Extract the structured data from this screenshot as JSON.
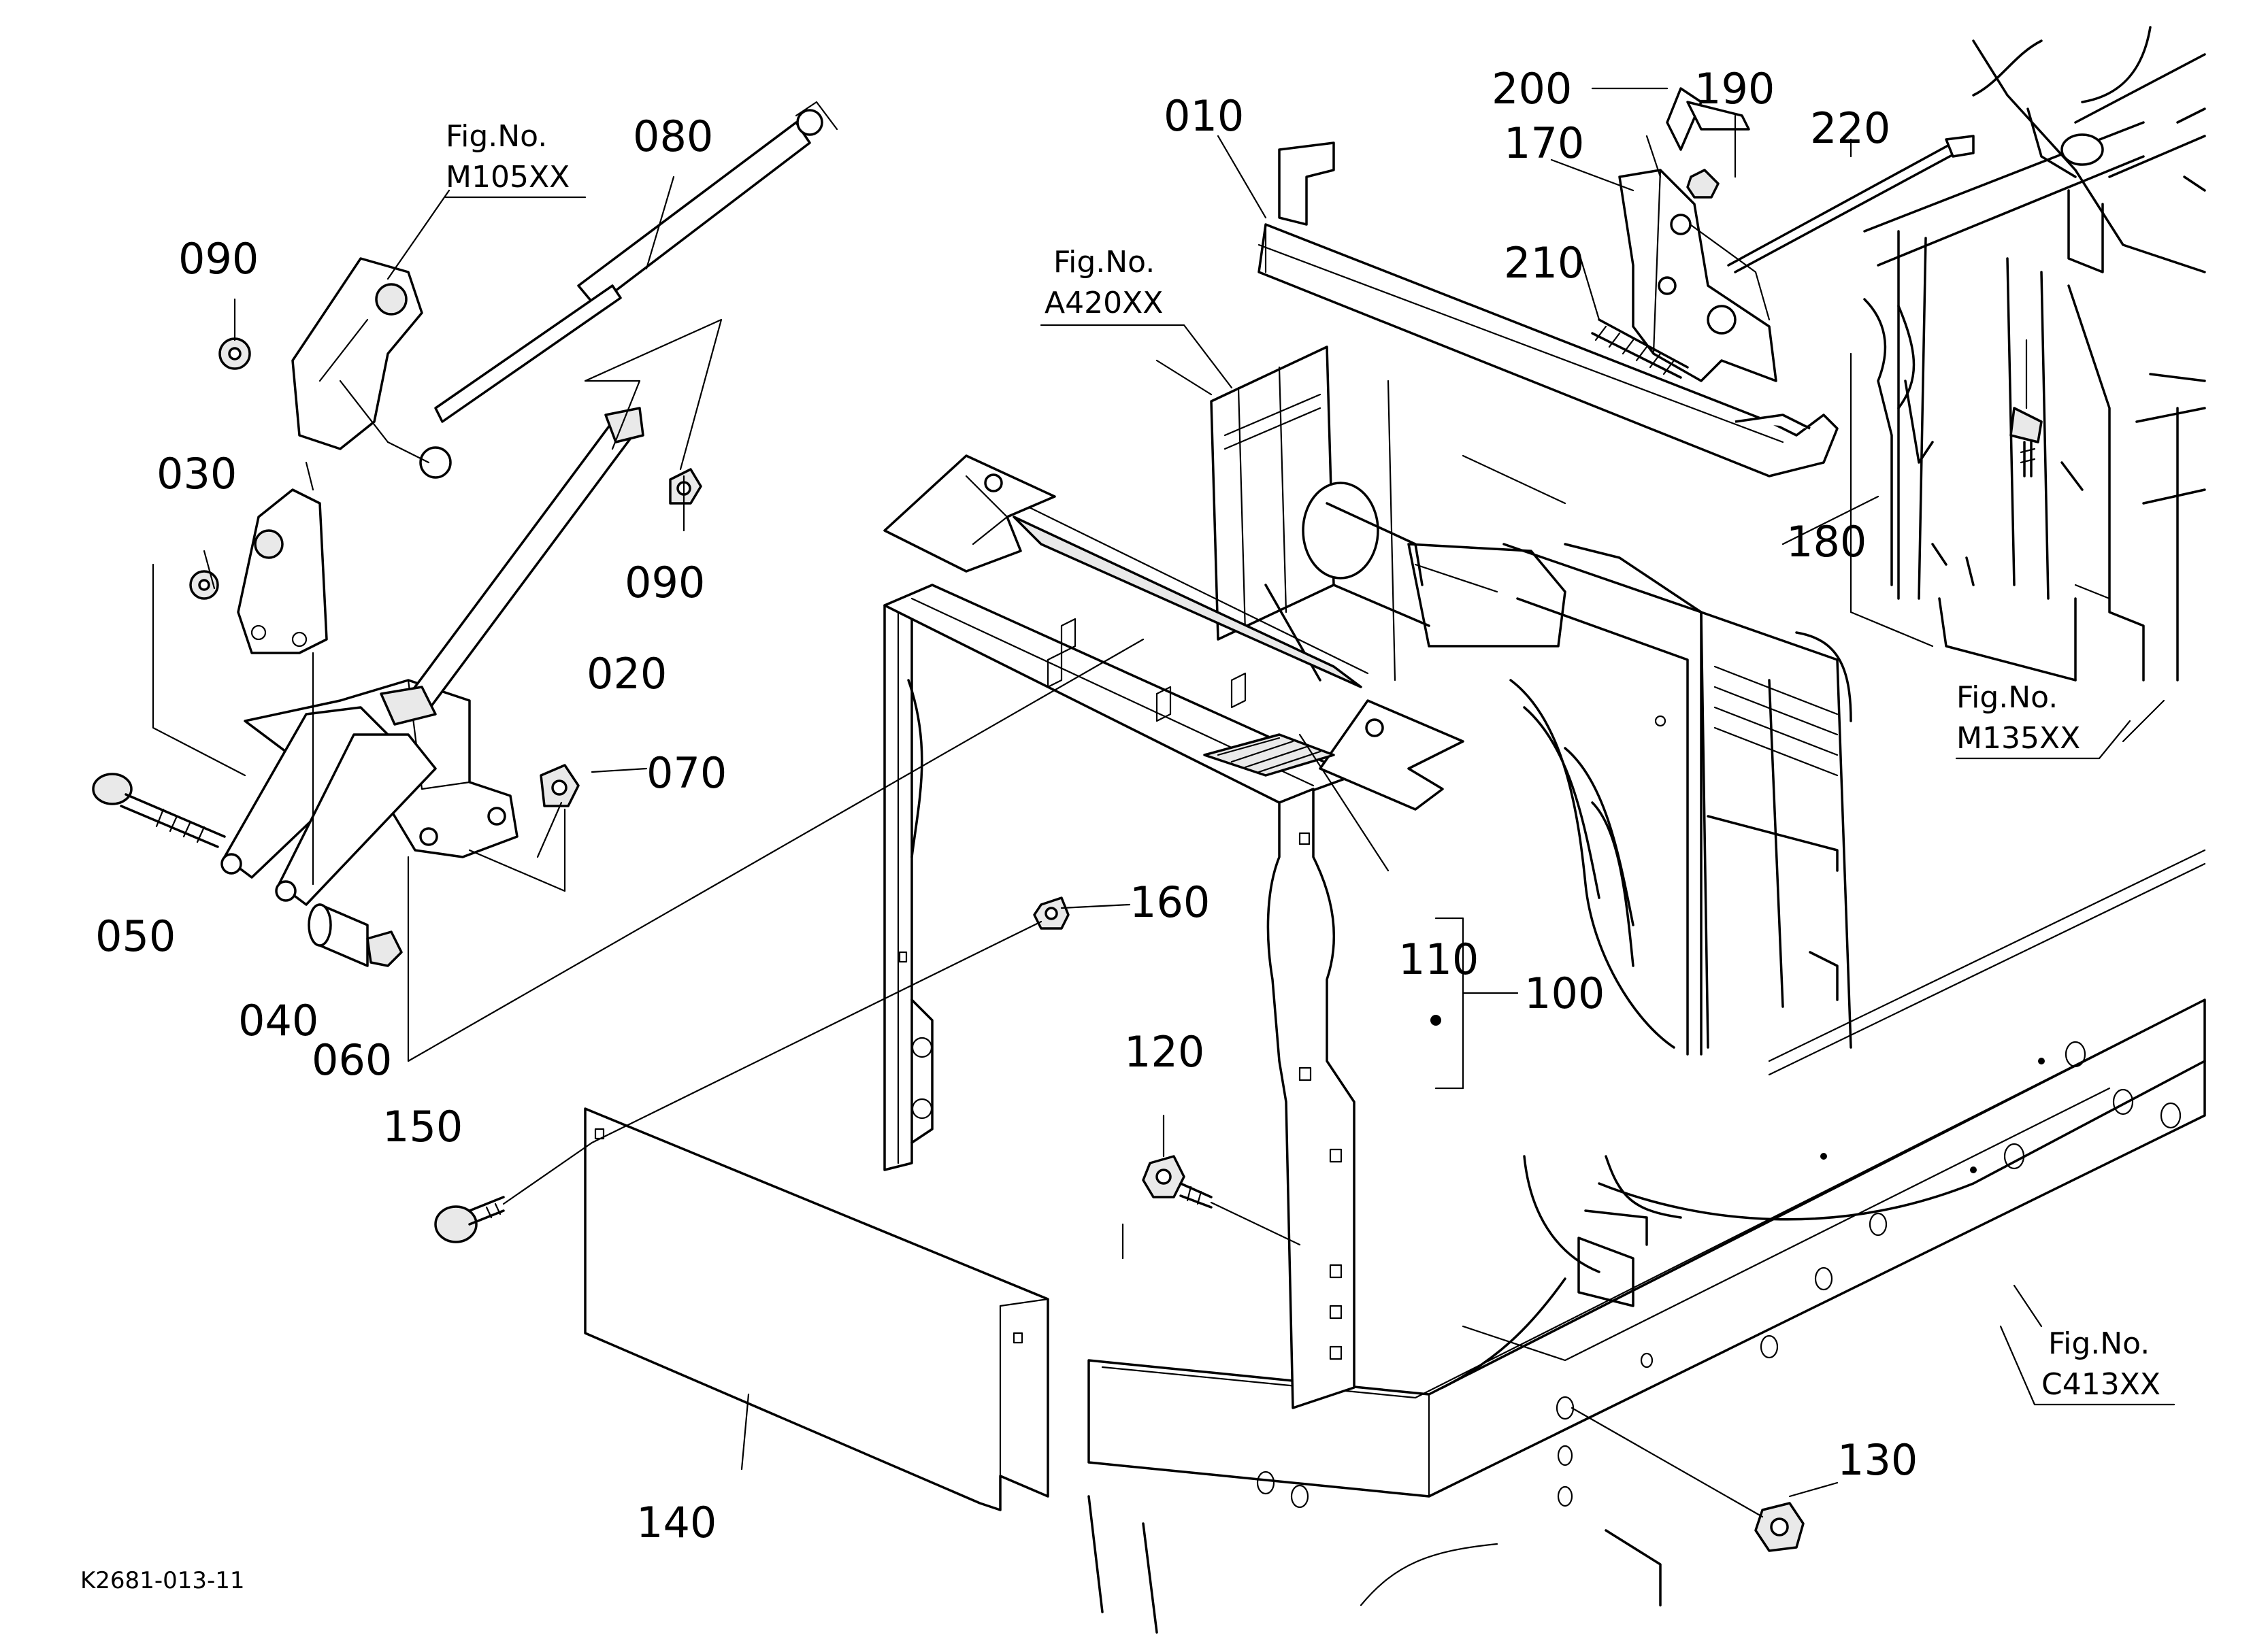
{
  "diagram": {
    "drawing_code": "K2681-013-11",
    "part_labels": {
      "p010": "010",
      "p020": "020",
      "p030": "030",
      "p040": "040",
      "p050": "050",
      "p060": "060",
      "p070": "070",
      "p080": "080",
      "p090a": "090",
      "p090b": "090",
      "p100": "100",
      "p110": "110",
      "p120": "120",
      "p130": "130",
      "p140": "140",
      "p150": "150",
      "p160": "160",
      "p170": "170",
      "p180": "180",
      "p190": "190",
      "p200": "200",
      "p210": "210",
      "p220": "220"
    },
    "figure_refs": [
      {
        "label": "Fig.No.",
        "code": "M105XX"
      },
      {
        "label": "Fig.No.",
        "code": "A420XX"
      },
      {
        "label": "Fig.No.",
        "code": "M135XX"
      },
      {
        "label": "Fig.No.",
        "code": "C413XX"
      }
    ]
  }
}
